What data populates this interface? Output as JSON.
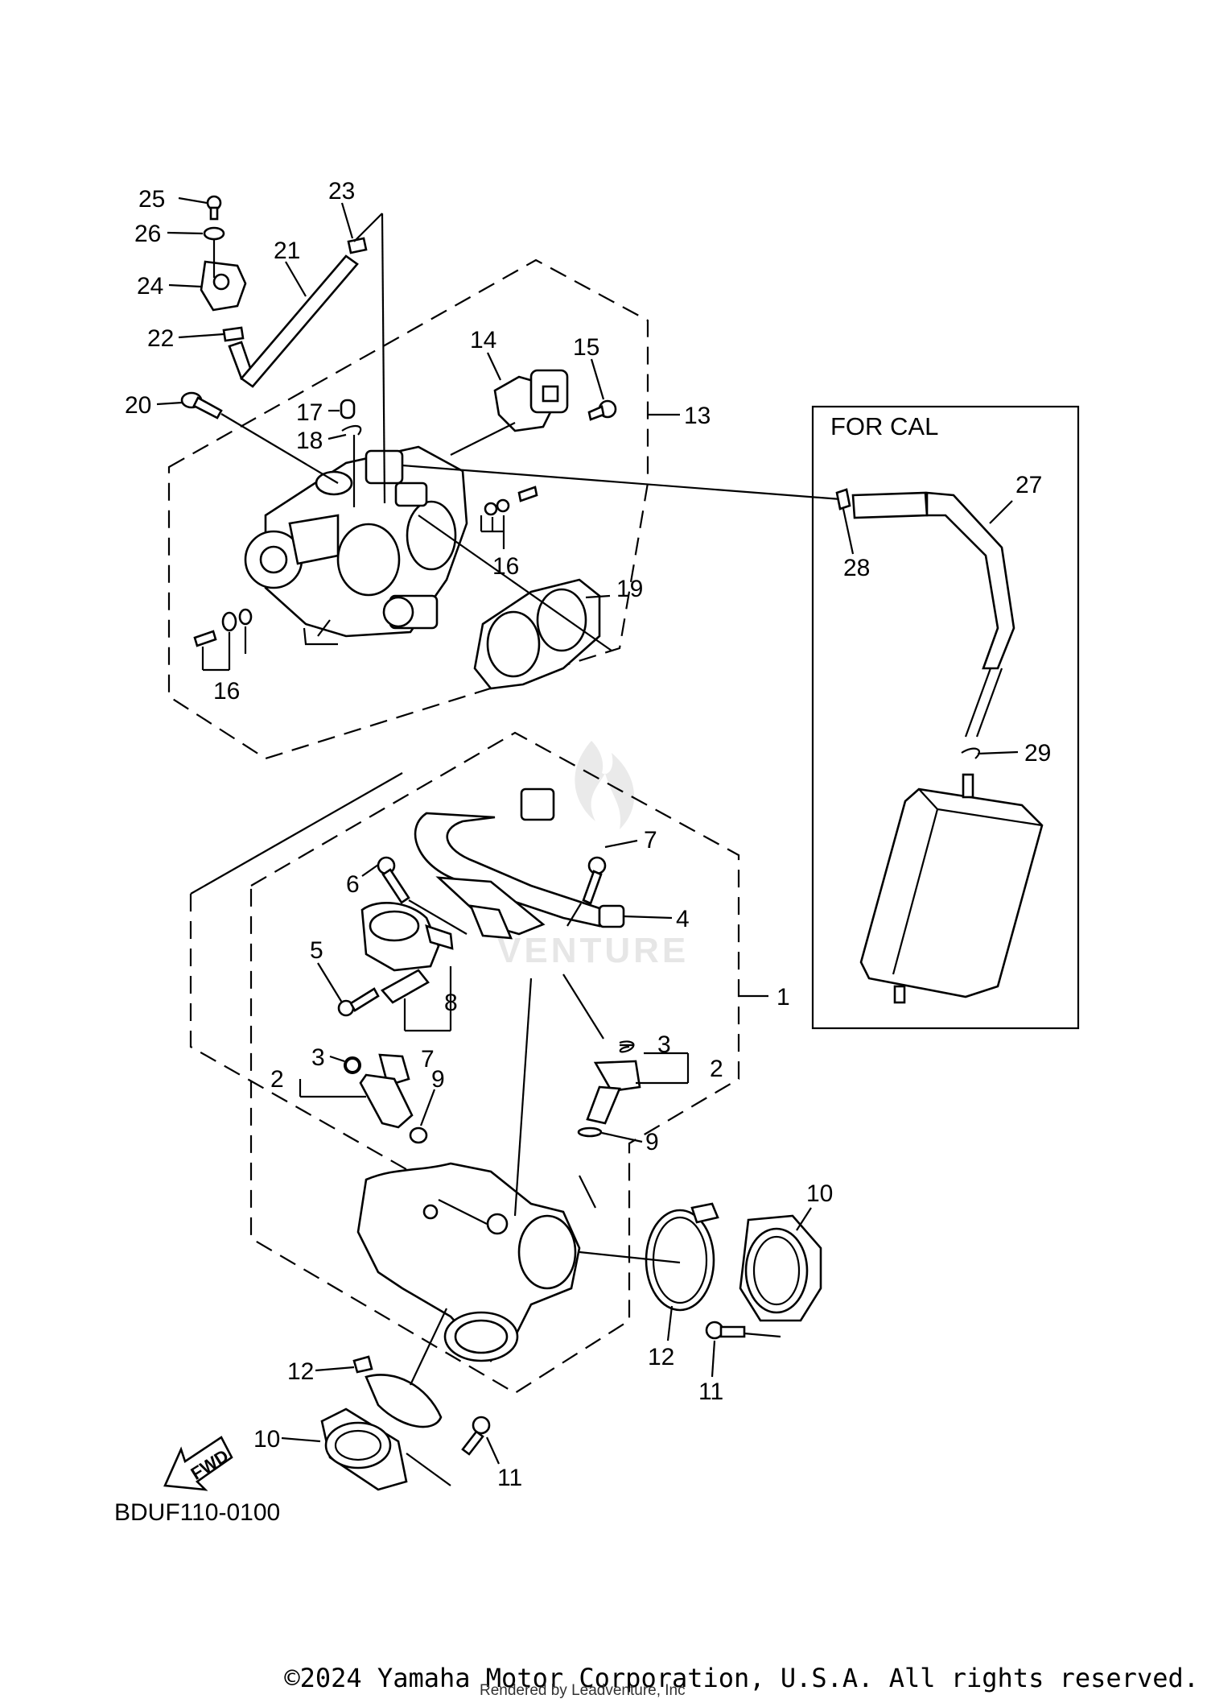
{
  "diagram": {
    "callouts": {
      "c1": "1",
      "c2a": "2",
      "c2b": "2",
      "c3a": "3",
      "c3b": "3",
      "c4": "4",
      "c5": "5",
      "c6": "6",
      "c7a": "7",
      "c7b": "7",
      "c8": "8",
      "c9a": "9",
      "c9b": "9",
      "c10a": "10",
      "c10b": "10",
      "c11a": "11",
      "c11b": "11",
      "c12a": "12",
      "c12b": "12",
      "c13": "13",
      "c14": "14",
      "c15": "15",
      "c16a": "16",
      "c16b": "16",
      "c17": "17",
      "c18": "18",
      "c19": "19",
      "c20": "20",
      "c21": "21",
      "c22": "22",
      "c23": "23",
      "c24": "24",
      "c25": "25",
      "c26": "26",
      "c27": "27",
      "c28": "28",
      "c29": "29"
    },
    "for_cal_label": "FOR CAL",
    "fwd_label": "FWD",
    "reference_code": "BDUF110-0100",
    "watermark": "VENTURE",
    "copyright": "©2024 Yamaha Motor Corporation, U.S.A. All rights reserved.",
    "rendered_by": "Rendered by Leadventure, Inc"
  }
}
